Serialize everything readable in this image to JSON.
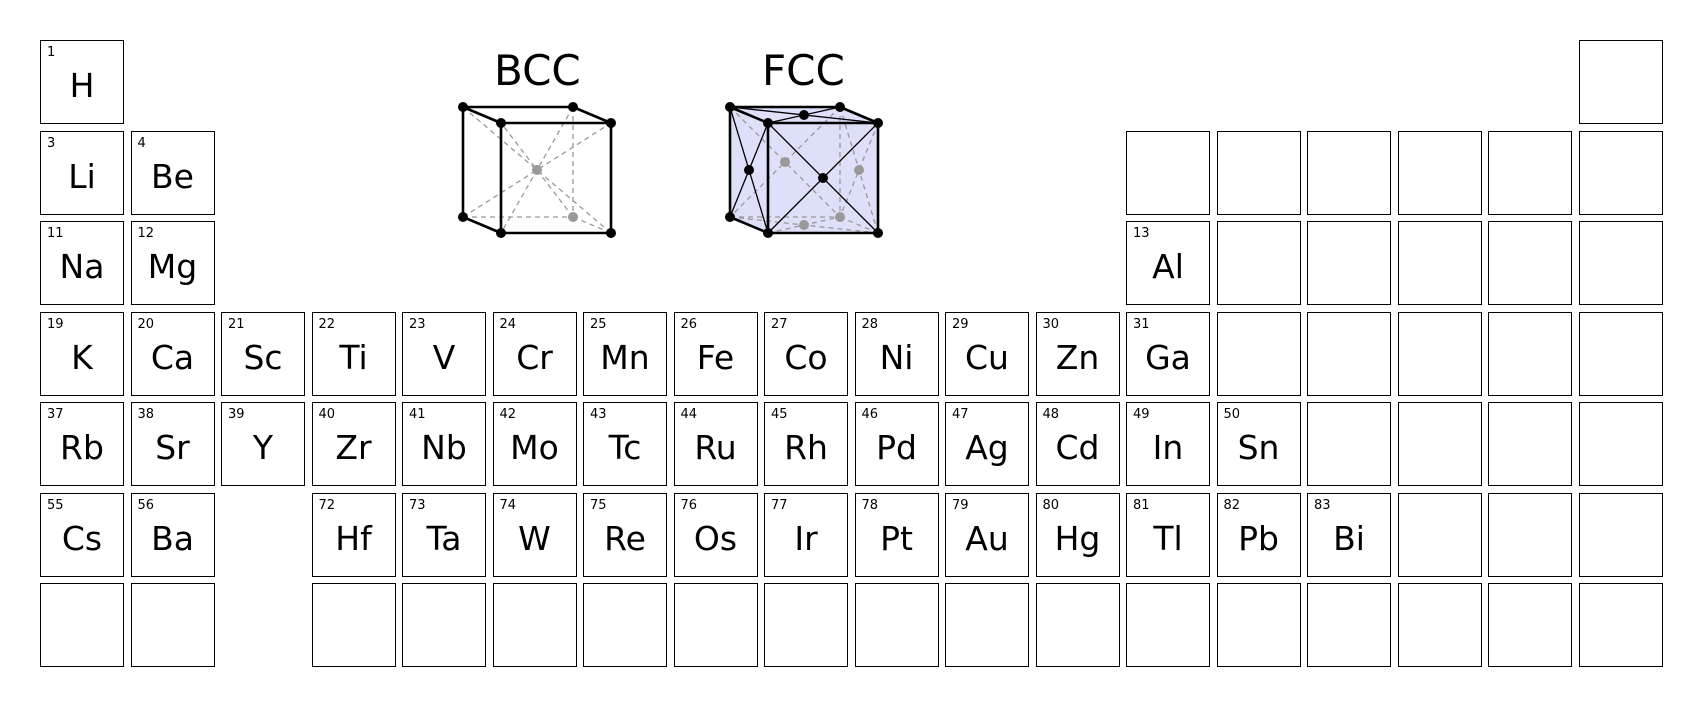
{
  "structures": {
    "bcc_label": "BCC",
    "fcc_label": "FCC",
    "fcc_fill_color": "#dde0f8",
    "hidden_edge_color": "#999999",
    "hidden_atom_color": "#999999"
  },
  "elements": [
    {
      "number": "1",
      "symbol": "H",
      "group": 1,
      "period": 1
    },
    {
      "number": "",
      "symbol": "",
      "group": 18,
      "period": 1
    },
    {
      "number": "3",
      "symbol": "Li",
      "group": 1,
      "period": 2
    },
    {
      "number": "4",
      "symbol": "Be",
      "group": 2,
      "period": 2
    },
    {
      "number": "",
      "symbol": "",
      "group": 13,
      "period": 2
    },
    {
      "number": "",
      "symbol": "",
      "group": 14,
      "period": 2
    },
    {
      "number": "",
      "symbol": "",
      "group": 15,
      "period": 2
    },
    {
      "number": "",
      "symbol": "",
      "group": 16,
      "period": 2
    },
    {
      "number": "",
      "symbol": "",
      "group": 17,
      "period": 2
    },
    {
      "number": "",
      "symbol": "",
      "group": 18,
      "period": 2
    },
    {
      "number": "11",
      "symbol": "Na",
      "group": 1,
      "period": 3
    },
    {
      "number": "12",
      "symbol": "Mg",
      "group": 2,
      "period": 3
    },
    {
      "number": "13",
      "symbol": "Al",
      "group": 13,
      "period": 3
    },
    {
      "number": "",
      "symbol": "",
      "group": 14,
      "period": 3
    },
    {
      "number": "",
      "symbol": "",
      "group": 15,
      "period": 3
    },
    {
      "number": "",
      "symbol": "",
      "group": 16,
      "period": 3
    },
    {
      "number": "",
      "symbol": "",
      "group": 17,
      "period": 3
    },
    {
      "number": "",
      "symbol": "",
      "group": 18,
      "period": 3
    },
    {
      "number": "19",
      "symbol": "K",
      "group": 1,
      "period": 4
    },
    {
      "number": "20",
      "symbol": "Ca",
      "group": 2,
      "period": 4
    },
    {
      "number": "21",
      "symbol": "Sc",
      "group": 3,
      "period": 4
    },
    {
      "number": "22",
      "symbol": "Ti",
      "group": 4,
      "period": 4
    },
    {
      "number": "23",
      "symbol": "V",
      "group": 5,
      "period": 4
    },
    {
      "number": "24",
      "symbol": "Cr",
      "group": 6,
      "period": 4
    },
    {
      "number": "25",
      "symbol": "Mn",
      "group": 7,
      "period": 4
    },
    {
      "number": "26",
      "symbol": "Fe",
      "group": 8,
      "period": 4
    },
    {
      "number": "27",
      "symbol": "Co",
      "group": 9,
      "period": 4
    },
    {
      "number": "28",
      "symbol": "Ni",
      "group": 10,
      "period": 4
    },
    {
      "number": "29",
      "symbol": "Cu",
      "group": 11,
      "period": 4
    },
    {
      "number": "30",
      "symbol": "Zn",
      "group": 12,
      "period": 4
    },
    {
      "number": "31",
      "symbol": "Ga",
      "group": 13,
      "period": 4
    },
    {
      "number": "",
      "symbol": "",
      "group": 14,
      "period": 4
    },
    {
      "number": "",
      "symbol": "",
      "group": 15,
      "period": 4
    },
    {
      "number": "",
      "symbol": "",
      "group": 16,
      "period": 4
    },
    {
      "number": "",
      "symbol": "",
      "group": 17,
      "period": 4
    },
    {
      "number": "",
      "symbol": "",
      "group": 18,
      "period": 4
    },
    {
      "number": "37",
      "symbol": "Rb",
      "group": 1,
      "period": 5
    },
    {
      "number": "38",
      "symbol": "Sr",
      "group": 2,
      "period": 5
    },
    {
      "number": "39",
      "symbol": "Y",
      "group": 3,
      "period": 5
    },
    {
      "number": "40",
      "symbol": "Zr",
      "group": 4,
      "period": 5
    },
    {
      "number": "41",
      "symbol": "Nb",
      "group": 5,
      "period": 5
    },
    {
      "number": "42",
      "symbol": "Mo",
      "group": 6,
      "period": 5
    },
    {
      "number": "43",
      "symbol": "Tc",
      "group": 7,
      "period": 5
    },
    {
      "number": "44",
      "symbol": "Ru",
      "group": 8,
      "period": 5
    },
    {
      "number": "45",
      "symbol": "Rh",
      "group": 9,
      "period": 5
    },
    {
      "number": "46",
      "symbol": "Pd",
      "group": 10,
      "period": 5
    },
    {
      "number": "47",
      "symbol": "Ag",
      "group": 11,
      "period": 5
    },
    {
      "number": "48",
      "symbol": "Cd",
      "group": 12,
      "period": 5
    },
    {
      "number": "49",
      "symbol": "In",
      "group": 13,
      "period": 5
    },
    {
      "number": "50",
      "symbol": "Sn",
      "group": 14,
      "period": 5
    },
    {
      "number": "",
      "symbol": "",
      "group": 15,
      "period": 5
    },
    {
      "number": "",
      "symbol": "",
      "group": 16,
      "period": 5
    },
    {
      "number": "",
      "symbol": "",
      "group": 17,
      "period": 5
    },
    {
      "number": "",
      "symbol": "",
      "group": 18,
      "period": 5
    },
    {
      "number": "55",
      "symbol": "Cs",
      "group": 1,
      "period": 6
    },
    {
      "number": "56",
      "symbol": "Ba",
      "group": 2,
      "period": 6
    },
    {
      "number": "72",
      "symbol": "Hf",
      "group": 4,
      "period": 6
    },
    {
      "number": "73",
      "symbol": "Ta",
      "group": 5,
      "period": 6
    },
    {
      "number": "74",
      "symbol": "W",
      "group": 6,
      "period": 6
    },
    {
      "number": "75",
      "symbol": "Re",
      "group": 7,
      "period": 6
    },
    {
      "number": "76",
      "symbol": "Os",
      "group": 8,
      "period": 6
    },
    {
      "number": "77",
      "symbol": "Ir",
      "group": 9,
      "period": 6
    },
    {
      "number": "78",
      "symbol": "Pt",
      "group": 10,
      "period": 6
    },
    {
      "number": "79",
      "symbol": "Au",
      "group": 11,
      "period": 6
    },
    {
      "number": "80",
      "symbol": "Hg",
      "group": 12,
      "period": 6
    },
    {
      "number": "81",
      "symbol": "Tl",
      "group": 13,
      "period": 6
    },
    {
      "number": "82",
      "symbol": "Pb",
      "group": 14,
      "period": 6
    },
    {
      "number": "83",
      "symbol": "Bi",
      "group": 15,
      "period": 6
    },
    {
      "number": "",
      "symbol": "",
      "group": 16,
      "period": 6
    },
    {
      "number": "",
      "symbol": "",
      "group": 17,
      "period": 6
    },
    {
      "number": "",
      "symbol": "",
      "group": 18,
      "period": 6
    },
    {
      "number": "",
      "symbol": "",
      "group": 1,
      "period": 7
    },
    {
      "number": "",
      "symbol": "",
      "group": 2,
      "period": 7
    },
    {
      "number": "",
      "symbol": "",
      "group": 4,
      "period": 7
    },
    {
      "number": "",
      "symbol": "",
      "group": 5,
      "period": 7
    },
    {
      "number": "",
      "symbol": "",
      "group": 6,
      "period": 7
    },
    {
      "number": "",
      "symbol": "",
      "group": 7,
      "period": 7
    },
    {
      "number": "",
      "symbol": "",
      "group": 8,
      "period": 7
    },
    {
      "number": "",
      "symbol": "",
      "group": 9,
      "period": 7
    },
    {
      "number": "",
      "symbol": "",
      "group": 10,
      "period": 7
    },
    {
      "number": "",
      "symbol": "",
      "group": 11,
      "period": 7
    },
    {
      "number": "",
      "symbol": "",
      "group": 12,
      "period": 7
    },
    {
      "number": "",
      "symbol": "",
      "group": 13,
      "period": 7
    },
    {
      "number": "",
      "symbol": "",
      "group": 14,
      "period": 7
    },
    {
      "number": "",
      "symbol": "",
      "group": 15,
      "period": 7
    },
    {
      "number": "",
      "symbol": "",
      "group": 16,
      "period": 7
    },
    {
      "number": "",
      "symbol": "",
      "group": 17,
      "period": 7
    },
    {
      "number": "",
      "symbol": "",
      "group": 18,
      "period": 7
    }
  ]
}
